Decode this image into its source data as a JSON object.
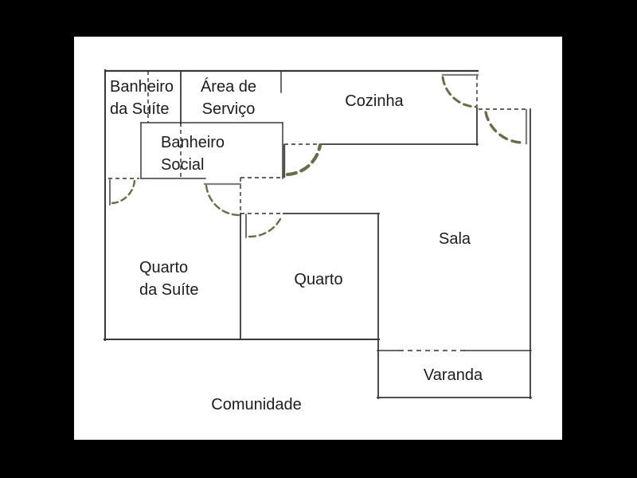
{
  "window": {
    "background": "#000000",
    "canvas_background": "#ffffff"
  },
  "floor_plan": {
    "rooms": [
      {
        "name": "banheiro-da-suite",
        "label": "Banheiro\nda Suíte"
      },
      {
        "name": "area-de-servico",
        "label": "Área de\nServiço"
      },
      {
        "name": "cozinha",
        "label": "Cozinha"
      },
      {
        "name": "banheiro-social",
        "label": "Banheiro\nSocial"
      },
      {
        "name": "quarto-da-suite",
        "label": "Quarto\nda Suíte"
      },
      {
        "name": "quarto",
        "label": "Quarto"
      },
      {
        "name": "sala",
        "label": "Sala"
      },
      {
        "name": "varanda",
        "label": "Varanda"
      }
    ],
    "exterior_label": "Comunidade",
    "colors": {
      "wall": "#383838",
      "door_panel_light": "#808080",
      "door_panel_dark": "#4d4d4d",
      "door_swing_arc": "#6b6b45",
      "opening_dash": "#2e2e2e",
      "text": "#1c1c1c"
    }
  }
}
